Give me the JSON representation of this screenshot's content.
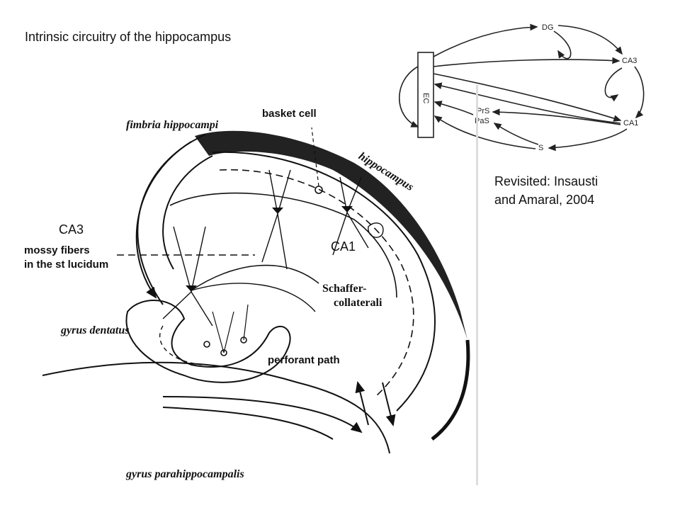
{
  "title": "Intrinsic circuitry of the hippocampus",
  "revisited": {
    "line1": "Revisited: Insausti",
    "line2": "and Amaral, 2004"
  },
  "labels": {
    "ca3": "CA3",
    "ca1": "CA1",
    "basket_cell": "basket cell",
    "fimbria": "fimbria hippocampi",
    "hippocampus": "hippocampus",
    "mossy_line1": "mossy fibers",
    "mossy_line2": "in the st lucidum",
    "schaffer_line1": "Schaffer-",
    "schaffer_line2": "collaterali",
    "gyrus_dentatus": "gyrus dentatus",
    "perforant": "perforant path",
    "parahippocampalis": "gyrus parahippocampalis"
  },
  "circuit": {
    "ec": "EC",
    "dg": "DG",
    "ca3": "CA3",
    "ca1": "CA1",
    "prs": "PrS",
    "pas": "PaS",
    "s": "S"
  }
}
